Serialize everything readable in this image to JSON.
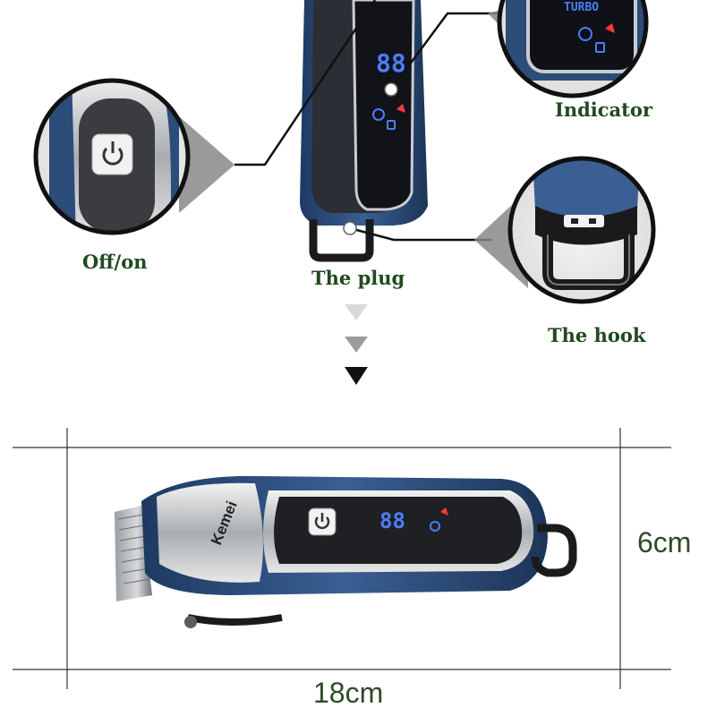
{
  "callouts": {
    "off_on": "Off/on",
    "plug": "The plug",
    "indicator": "Indicator",
    "hook": "The hook"
  },
  "dimensions": {
    "width": "18cm",
    "height": "6cm"
  },
  "product": {
    "brand": "Kemei",
    "display_digits": "88",
    "mode_text": "TURBO"
  },
  "colors": {
    "label_green": "#214a20",
    "body_blue": "#2e4f7d",
    "frame_line": "#222222"
  },
  "icons": [
    "power-icon",
    "lock-icon",
    "cut-icon",
    "battery-icon",
    "arrow-down-icon"
  ]
}
